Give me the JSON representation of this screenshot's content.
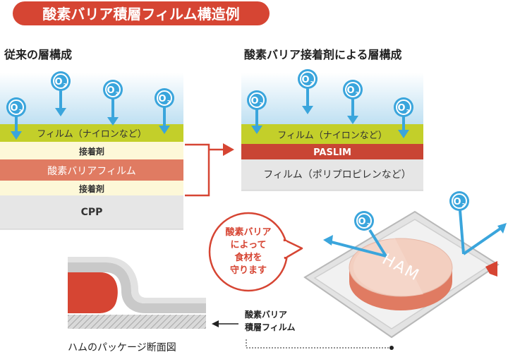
{
  "title": "酸素バリア積層フィルム構造例",
  "left_panel": {
    "heading": "従来の層構成",
    "o2_label": "O",
    "o2_sub": "2",
    "layers": {
      "film_nylon": "フィルム（ナイロンなど）",
      "adhesive_1": "接着剤",
      "barrier_film": "酸素バリアフィルム",
      "adhesive_2": "接着剤",
      "cpp": "CPP"
    }
  },
  "right_panel": {
    "heading": "酸素バリア接着剤による層構成",
    "layers": {
      "film_nylon": "フィルム（ナイロンなど）",
      "paslim": "PASLIM",
      "film_pp": "フィルム（ポリプロピレンなど）"
    }
  },
  "bubble": {
    "line1": "酸素バリア",
    "line2": "によって",
    "line3": "食材を",
    "line4": "守ります"
  },
  "package": {
    "food_label": "HAM",
    "film_label_line1": "酸素バリア",
    "film_label_line2": "積層フィルム"
  },
  "cross_section_caption": "ハムのパッケージ断面図",
  "colors": {
    "title_bg": "#d64533",
    "sky_top": "#ffffff",
    "sky_bottom": "#bfe0f2",
    "nylon": "#c3cf2a",
    "adhesive": "#fdf8d8",
    "barrier": "#e07b62",
    "cpp": "#e6e6e6",
    "paslim": "#c94534",
    "o2_blue": "#3aa5dc",
    "connector_red": "#d64533"
  }
}
